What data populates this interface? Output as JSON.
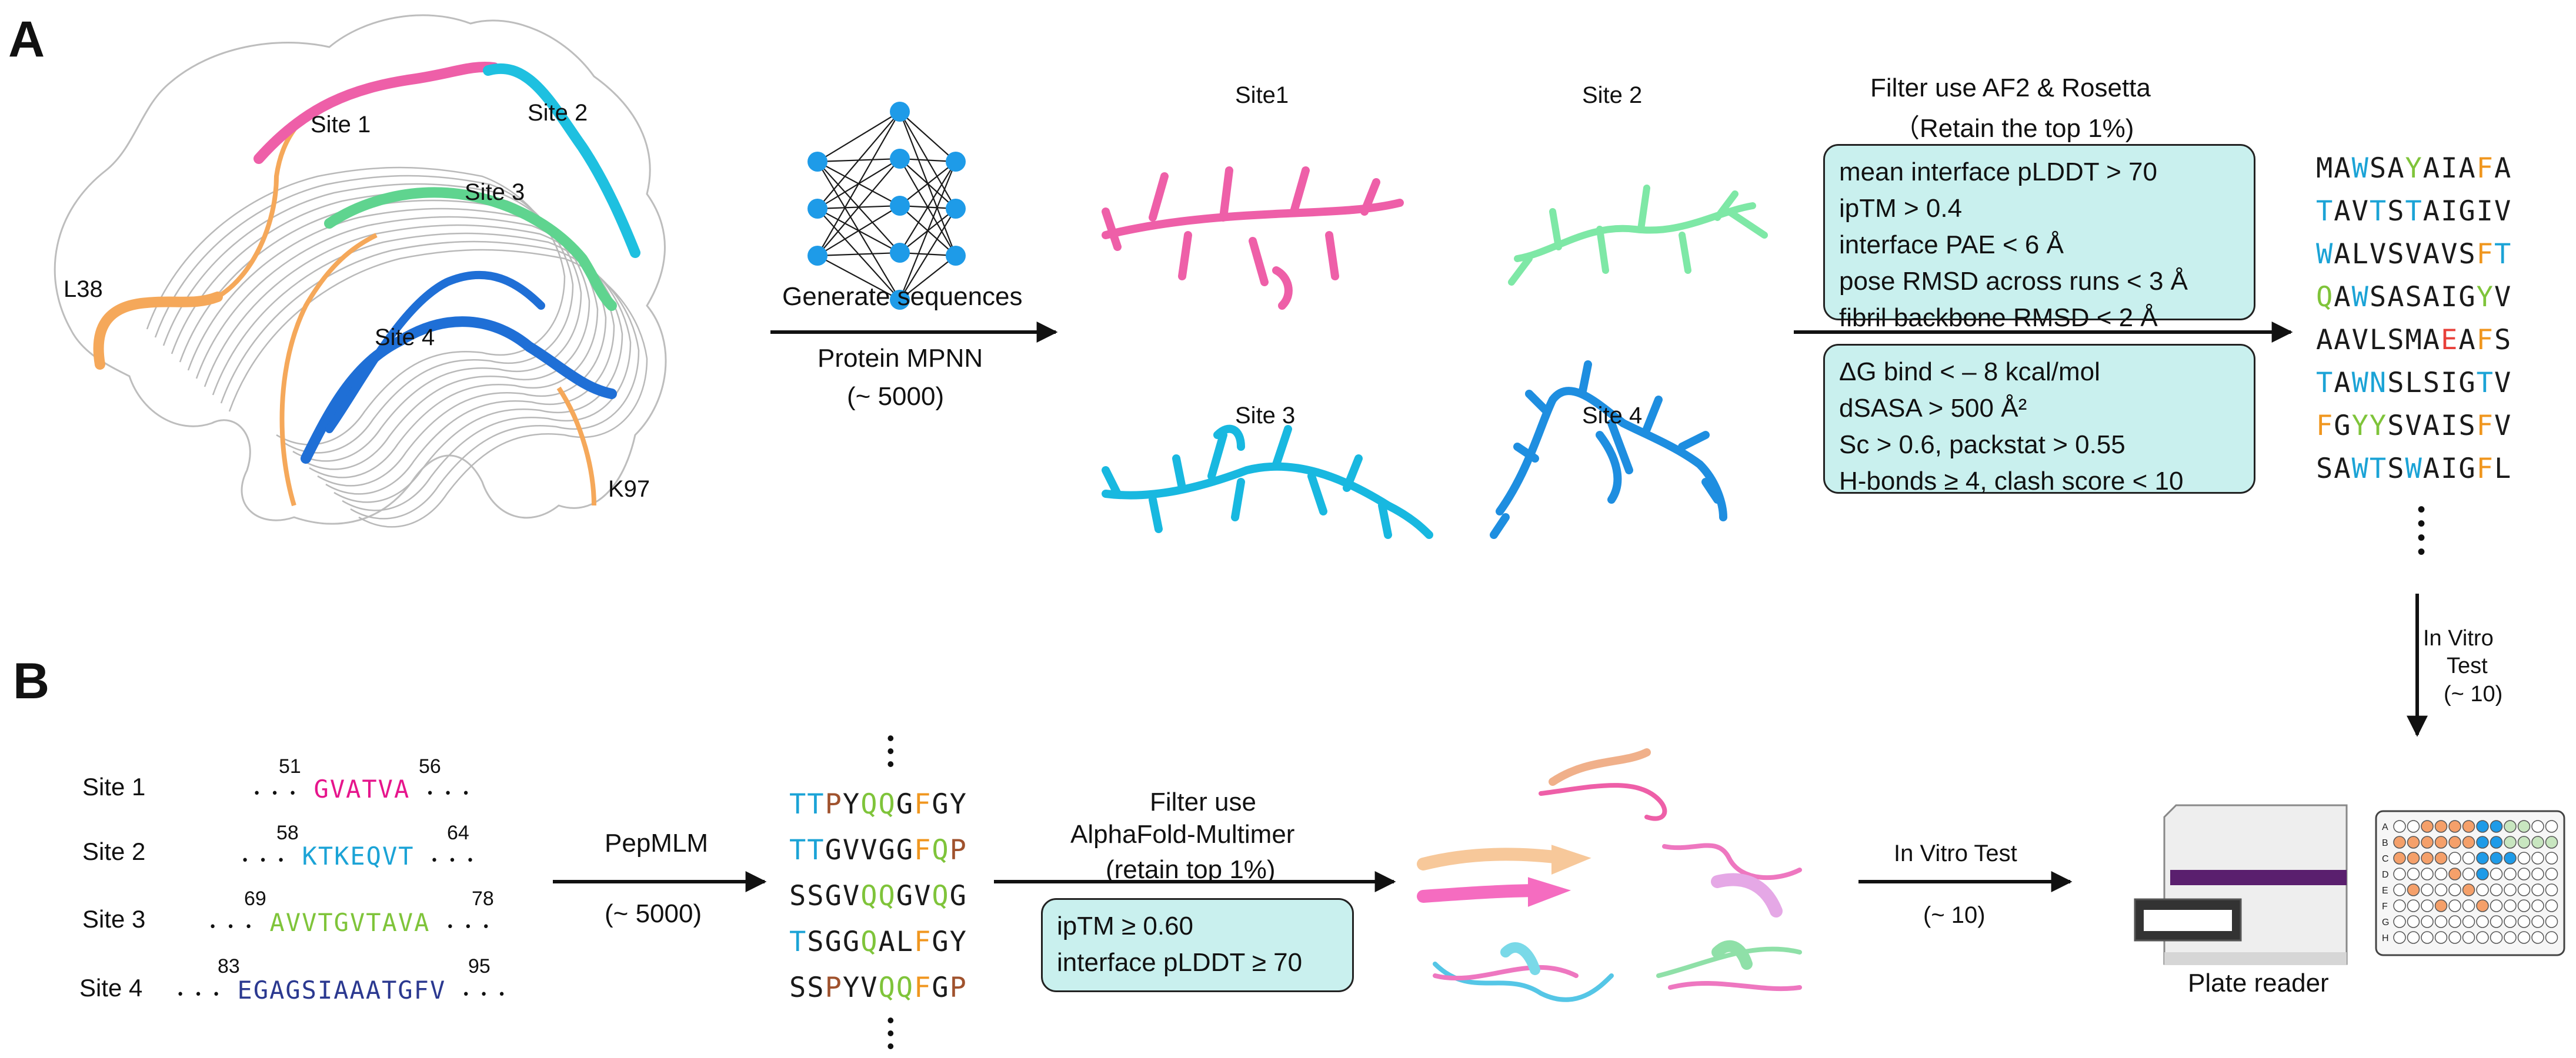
{
  "panels": {
    "a": "A",
    "b": "B"
  },
  "panelA": {
    "fibril_labels": {
      "site1": "Site 1",
      "site2": "Site 2",
      "site3": "Site 3",
      "site4": "Site 4",
      "l38": "L38",
      "k97": "K97"
    },
    "nn_caption": "Generate sequences",
    "arrow1_label": "Protein MPNN",
    "arrow1_count": "(~ 5000)",
    "structures": [
      "Site1",
      "Site 2",
      "Site 3",
      "Site 4"
    ],
    "filter_title": "Filter use AF2 & Rosetta",
    "filter_subtitle": "（Retain the top 1%)",
    "af2_criteria": [
      "mean interface pLDDT > 70",
      "ipTM > 0.4",
      "interface PAE < 6 Å",
      "pose RMSD across runs < 3 Å",
      "fibril backbone RMSD < 2 Å"
    ],
    "rosetta_criteria": [
      "ΔG bind < – 8 kcal/mol",
      "dSASA > 500 Å²",
      "Sc > 0.6, packstat > 0.55",
      "H-bonds ≥ 4, clash score < 10"
    ],
    "sequences": [
      "MAWSAYAIAFA",
      "TAVTSTAIGIV",
      "WALVSVAVSFT",
      "QAWSASAIGYV",
      "AAVLSMAEAFS",
      "TAWNSLSIGTV",
      "FGYYSVAISFV",
      "SAWTSWAIGFL"
    ],
    "vitro_label": "In Vitro",
    "vitro_label2": "Test",
    "vitro_count": "(~ 10)"
  },
  "panelB": {
    "sites": [
      {
        "name": "Site 1",
        "seq": "GVATVA",
        "start": "51",
        "end": "56",
        "color": "#e6158c"
      },
      {
        "name": "Site 2",
        "seq": "KTKEQVT",
        "start": "58",
        "end": "64",
        "color": "#1ba3d6"
      },
      {
        "name": "Site 3",
        "seq": "AVVTGVTAVA",
        "start": "69",
        "end": "78",
        "color": "#7fc43a"
      },
      {
        "name": "Site 4",
        "seq": "EGAGSIAAATGFV",
        "start": "83",
        "end": "95",
        "color": "#2b3990"
      }
    ],
    "dots_left": "• • •",
    "dots_right": "• • •",
    "arrow_label": "PepMLM",
    "arrow_count": "(~ 5000)",
    "sequences": [
      "TTPYQQGFGY",
      "TTGVVGGFQP",
      "SSGVQQGVQG",
      "TSGGQALFGY",
      "SSPYVQQFGP"
    ],
    "filter_title": "Filter use",
    "filter_title2": "AlphaFold-Multimer",
    "filter_subtitle": "(retain top 1%)",
    "criteria": [
      "ipTM ≥ 0.60",
      "interface pLDDT ≥ 70"
    ],
    "vitro_label": "In Vitro Test",
    "vitro_count": "(~ 10)",
    "plate_reader": "Plate reader",
    "plate_rows": [
      "A",
      "B",
      "C",
      "D",
      "E",
      "F",
      "G",
      "H"
    ]
  },
  "colors": {
    "pink": "#ee5fa8",
    "cyan": "#1ec0e0",
    "green": "#5fd48f",
    "blue": "#1f6fd6",
    "orange": "#f5a85a",
    "box": "#c9f0ee"
  }
}
